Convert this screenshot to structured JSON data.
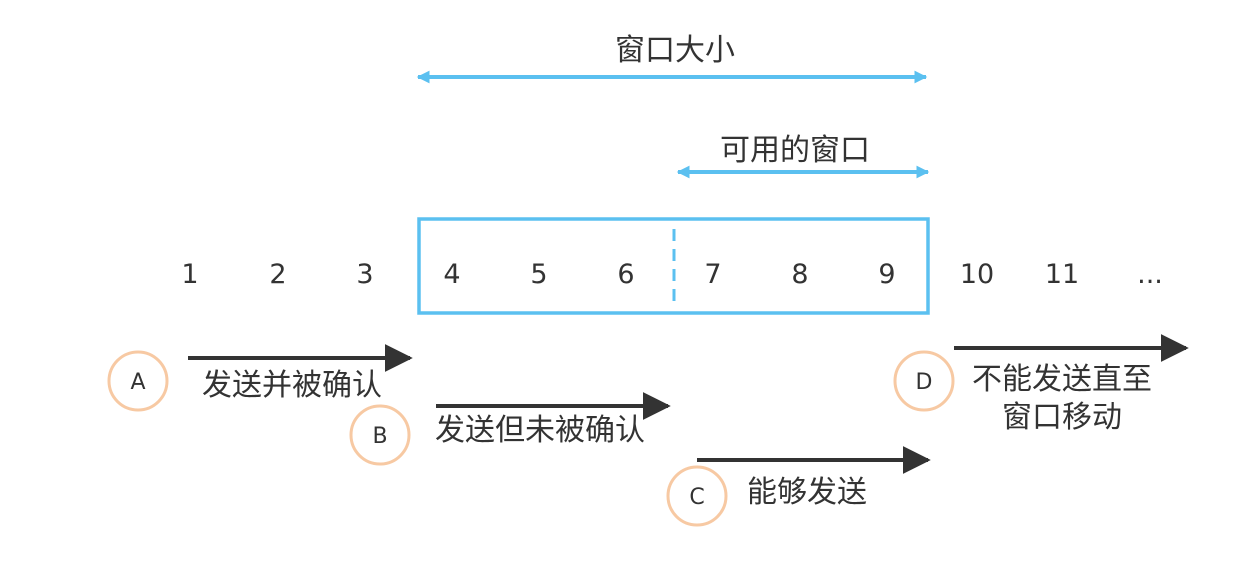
{
  "window": {
    "size_label": "窗口大小",
    "available_label": "可用的窗口"
  },
  "sequence": [
    "1",
    "2",
    "3",
    "4",
    "5",
    "6",
    "7",
    "8",
    "9",
    "10",
    "11",
    "..."
  ],
  "categories": [
    {
      "letter": "A",
      "label": "发送并被确认"
    },
    {
      "letter": "B",
      "label": "发送但未被确认"
    },
    {
      "letter": "C",
      "label": "能够发送"
    },
    {
      "letter": "D",
      "label_line1": "不能发送直至",
      "label_line2": "窗口移动"
    }
  ],
  "colors": {
    "window_blue": "#5bc0f0",
    "arrow_dark": "#333333",
    "circle_orange": "#f7c9a3",
    "text": "#333333"
  }
}
